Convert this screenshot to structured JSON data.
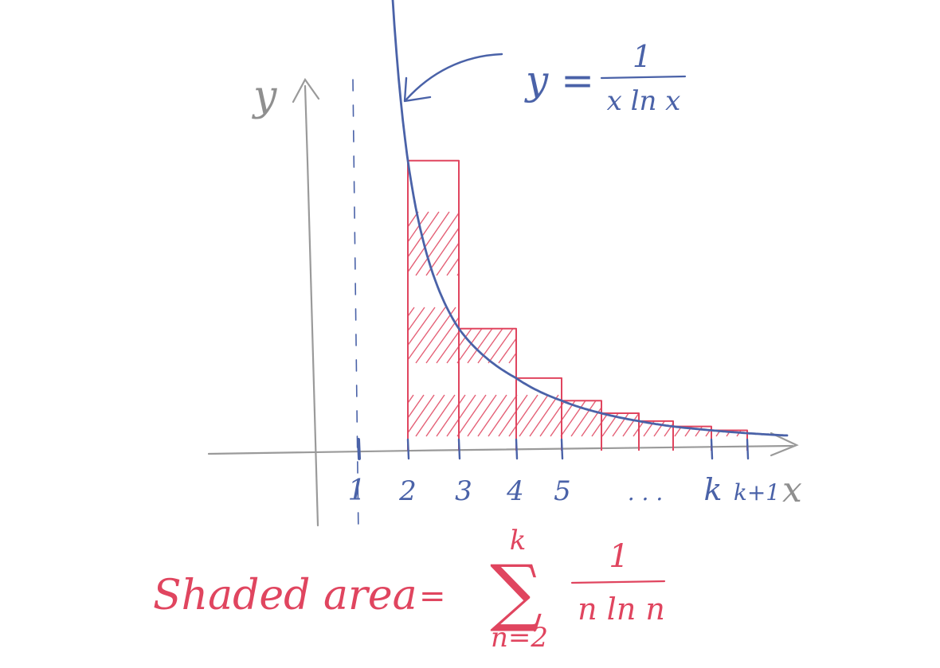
{
  "colors": {
    "axis": "#9a9a9a",
    "curve": "#4a62a8",
    "rectangles": "#e0455f",
    "asymptote": "#4a62a8",
    "background": "#ffffff"
  },
  "axes": {
    "y_label": "y",
    "x_label": "x"
  },
  "curve_label": {
    "lhs": "y =",
    "numerator": "1",
    "denominator": "x ln x"
  },
  "x_ticks": [
    {
      "label": "1",
      "color": "blue"
    },
    {
      "label": "2",
      "color": "blue"
    },
    {
      "label": "3",
      "color": "blue"
    },
    {
      "label": "4",
      "color": "blue"
    },
    {
      "label": "5",
      "color": "blue"
    },
    {
      "label": ". . .",
      "color": "blue"
    },
    {
      "label": "k",
      "color": "blue"
    },
    {
      "label": "k+1",
      "color": "blue"
    }
  ],
  "caption": {
    "text": "Shaded area",
    "equals": "=",
    "sum_upper": "k",
    "sum_symbol": "∑",
    "sum_lower": "n=2",
    "numerator": "1",
    "denominator": "n ln n"
  },
  "diagram": {
    "function": "1/(x ln x)",
    "rectangles": [
      {
        "left": 2,
        "right": 3,
        "height_at": 2
      },
      {
        "left": 3,
        "right": 4,
        "height_at": 3
      },
      {
        "left": 4,
        "right": 5,
        "height_at": 4
      },
      {
        "left": 5,
        "right": 6,
        "height_at": 5
      },
      {
        "left": 6,
        "right": 7,
        "height_at": 6
      },
      {
        "left": 7,
        "right": 8,
        "height_at": 7
      },
      {
        "left": 8,
        "right": 9,
        "height_at": 8
      },
      {
        "left": 9,
        "right": 10,
        "height_at": 9
      }
    ]
  }
}
